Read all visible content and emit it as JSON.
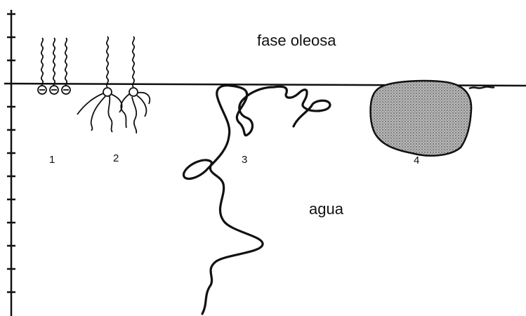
{
  "phases": {
    "oil_label": "fase oleosa",
    "water_label": "agua"
  },
  "structures": [
    {
      "id": "1",
      "label": "1"
    },
    {
      "id": "2",
      "label": "2"
    },
    {
      "id": "3",
      "label": "3"
    },
    {
      "id": "4",
      "label": "4"
    }
  ],
  "colors": {
    "ink": "#111111",
    "particle_fill": "#a9a9a9",
    "background": "#ffffff"
  }
}
